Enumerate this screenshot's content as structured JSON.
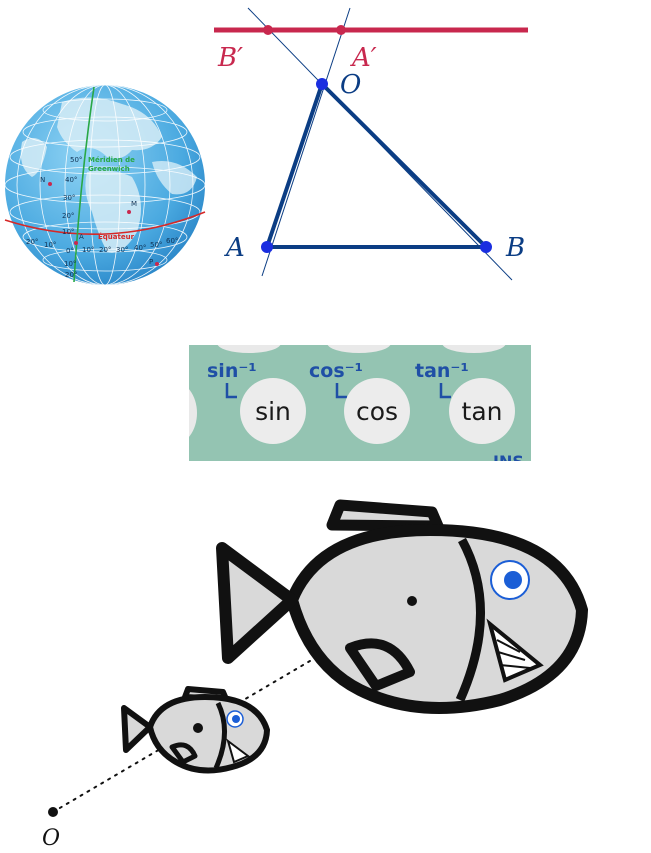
{
  "colors": {
    "ocean": "#59b6e8",
    "ocean_dark": "#2a86c8",
    "land": "#d6ecf6",
    "grid": "#ffffff",
    "equator": "#d62727",
    "greenwich": "#29a846",
    "geometry_red": "#c8284e",
    "geometry_blue": "#0b3d84",
    "point_blue": "#1a2ee0",
    "key_bg": "#94c4b2",
    "key_face": "#e9e9e9",
    "key_label": "#1f4fa6",
    "fish_body": "#d9d9d9",
    "fish_outline": "#111111",
    "eye_blue": "#1b5ed6"
  },
  "globe": {
    "meridian_label_1": "Méridien de",
    "meridian_label_2": "Greenwich",
    "equator_label": "Équateur",
    "lat_labels": [
      "50°",
      "40°",
      "30°",
      "20°",
      "10°",
      "0°",
      "10°",
      "20°"
    ],
    "lon_labels": [
      "20°",
      "10°",
      "10°",
      "20°",
      "30°",
      "40°",
      "50°",
      "60°"
    ],
    "points": {
      "N": "N",
      "M": "M",
      "A": "A",
      "P": "P"
    }
  },
  "geometry": {
    "B_prime": "B′",
    "A_prime": "A′",
    "O": "O",
    "A": "A",
    "B": "B"
  },
  "keys": {
    "inv_labels": [
      "sin⁻¹",
      "cos⁻¹",
      "tan⁻¹"
    ],
    "key_labels": [
      "sin",
      "cos",
      "tan"
    ],
    "corner_text": "INS"
  },
  "fish": {
    "origin_label": "O"
  }
}
